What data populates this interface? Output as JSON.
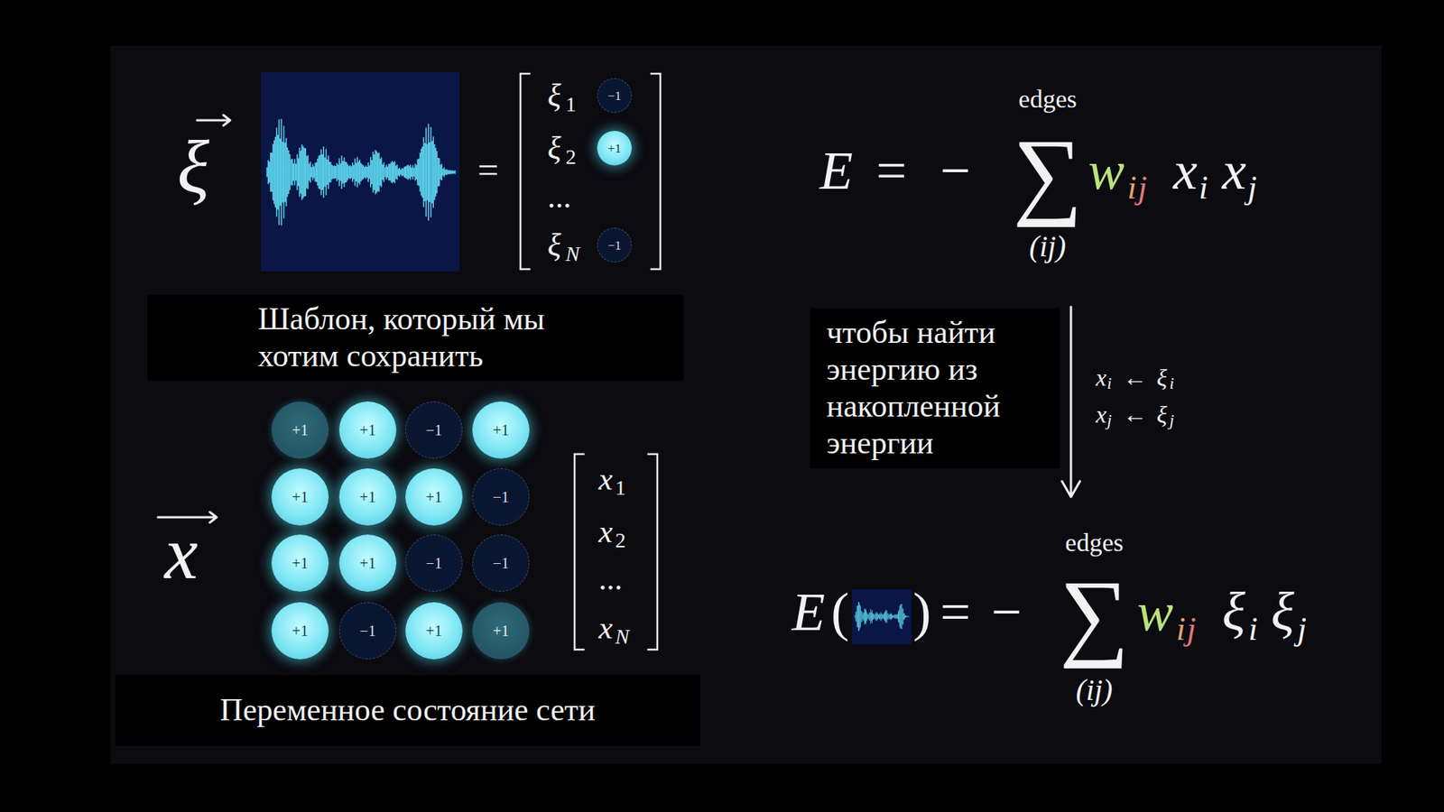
{
  "diagram": {
    "nodes": [
      {
        "text": [
          "−1"
        ]
      },
      {
        "text": [
          "+1"
        ]
      },
      {
        "text": [
          "−1"
        ]
      },
      {
        "text": [
          "Шаблон, который мы хотим сохранить"
        ]
      },
      {
        "text": [
          "+1"
        ]
      },
      {
        "text": [
          "+1"
        ]
      },
      {
        "text": [
          "−1"
        ]
      },
      {
        "text": [
          "+1"
        ]
      },
      {
        "text": [
          "+1"
        ]
      },
      {
        "text": [
          "+1"
        ]
      },
      {
        "text": [
          "+1"
        ]
      },
      {
        "text": [
          "−1"
        ]
      },
      {
        "text": [
          "+1"
        ]
      },
      {
        "text": [
          "+1"
        ]
      },
      {
        "text": [
          "−1"
        ]
      },
      {
        "text": [
          "−1"
        ]
      },
      {
        "text": [
          "+1"
        ]
      },
      {
        "text": [
          "−1"
        ]
      },
      {
        "text": [
          "+1"
        ]
      },
      {
        "text": [
          "+1"
        ]
      },
      {
        "text": [
          "Переменное состояние сети"
        ]
      },
      {
        "text": [
          "чтобы найти энергию из накопленной энергии"
        ]
      }
    ],
    "labels": [
      "ξ",
      "=",
      "ξ",
      "1",
      "ξ",
      "2",
      "...",
      "ξ",
      "N",
      "x",
      "x",
      "1",
      "x",
      "2",
      "...",
      "x",
      "N",
      "E",
      "=",
      "−",
      "∑",
      "edges",
      "(ij)",
      "w",
      "i",
      "j",
      "x",
      "i",
      "x",
      "j",
      "x",
      "i",
      "←",
      "ξ",
      "i",
      "x",
      "j",
      "←",
      "ξ",
      "j",
      "E",
      "(",
      ")",
      "=",
      "−",
      "∑",
      "edges",
      "(ij)",
      "w",
      "i",
      "j",
      "ξ",
      "i",
      "ξ",
      "j"
    ]
  }
}
